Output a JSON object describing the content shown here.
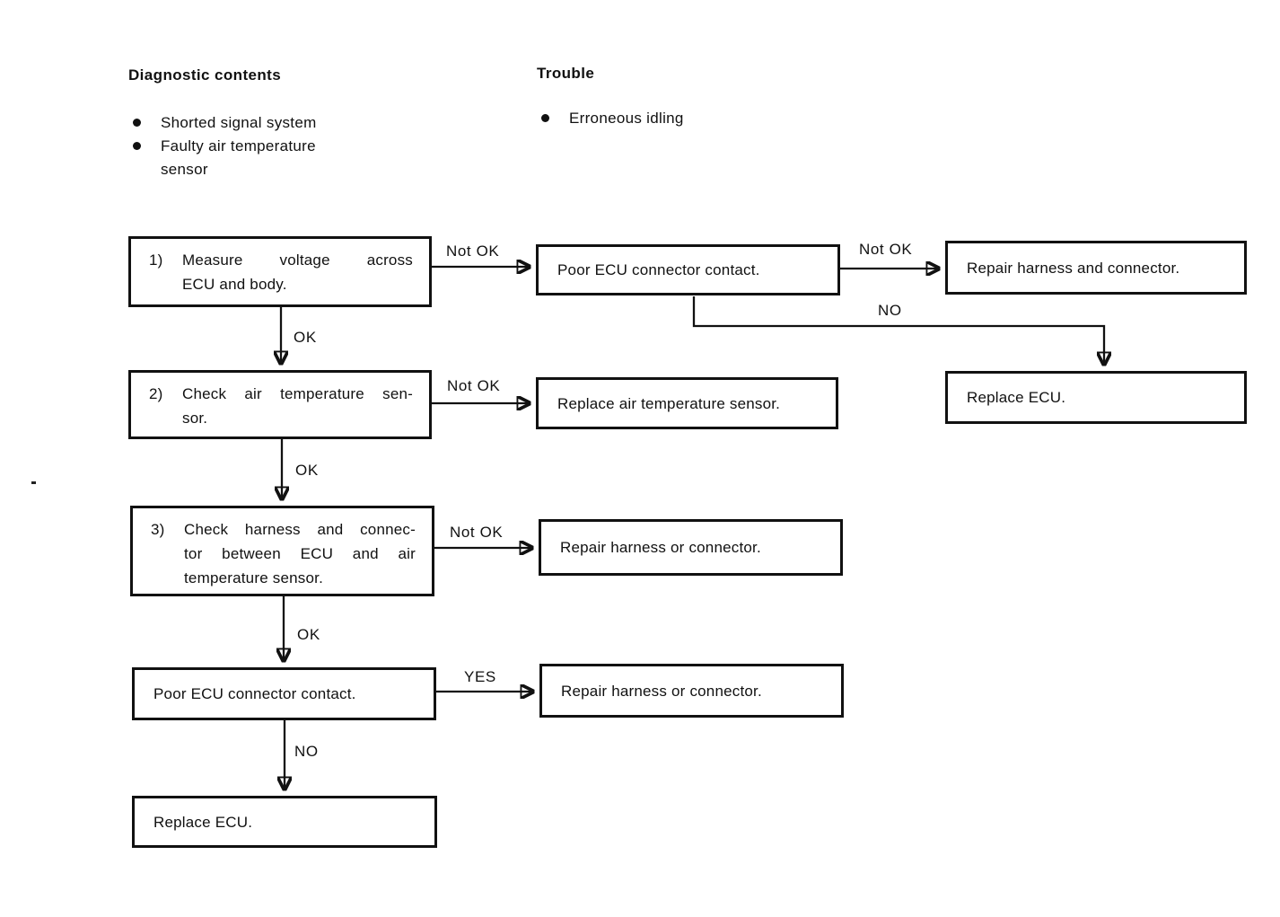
{
  "colors": {
    "ink": "#111111",
    "paper": "#ffffff"
  },
  "header": {
    "diagnostic_contents": {
      "title": "Diagnostic contents",
      "items": [
        "Shorted signal system",
        "Faulty air temperature sensor"
      ]
    },
    "trouble": {
      "title": "Trouble",
      "items": [
        "Erroneous idling"
      ]
    }
  },
  "flowchart": {
    "boxes": {
      "step1": {
        "num": "1)",
        "lines": [
          "Measure voltage across",
          "ECU and body."
        ]
      },
      "poor_ecu_top": {
        "lines": [
          "Poor ECU connector contact."
        ]
      },
      "repair_harness_and_connector": {
        "lines": [
          "Repair harness and connector."
        ]
      },
      "replace_ecu_right": {
        "lines": [
          "Replace ECU."
        ]
      },
      "step2": {
        "num": "2)",
        "lines": [
          "Check air temperature sen-",
          "sor."
        ]
      },
      "replace_air_temp_sensor": {
        "lines": [
          "Replace air temperature sensor."
        ]
      },
      "step3": {
        "num": "3)",
        "lines": [
          "Check harness and connec-",
          "tor between ECU and air",
          "temperature sensor."
        ]
      },
      "repair_harness_or_connector_1": {
        "lines": [
          "Repair harness or connector."
        ]
      },
      "poor_ecu_bottom": {
        "lines": [
          "Poor ECU connector contact."
        ]
      },
      "repair_harness_or_connector_2": {
        "lines": [
          "Repair harness or connector."
        ]
      },
      "replace_ecu_bottom": {
        "lines": [
          "Replace ECU."
        ]
      }
    },
    "edge_labels": {
      "step1_not_ok": "Not OK",
      "step1_ok": "OK",
      "poor_ecu_not_ok": "Not OK",
      "poor_ecu_no": "NO",
      "step2_not_ok": "Not OK",
      "step2_ok": "OK",
      "step3_not_ok": "Not OK",
      "step3_ok": "OK",
      "poor_ecu2_yes": "YES",
      "poor_ecu2_no": "NO"
    }
  }
}
